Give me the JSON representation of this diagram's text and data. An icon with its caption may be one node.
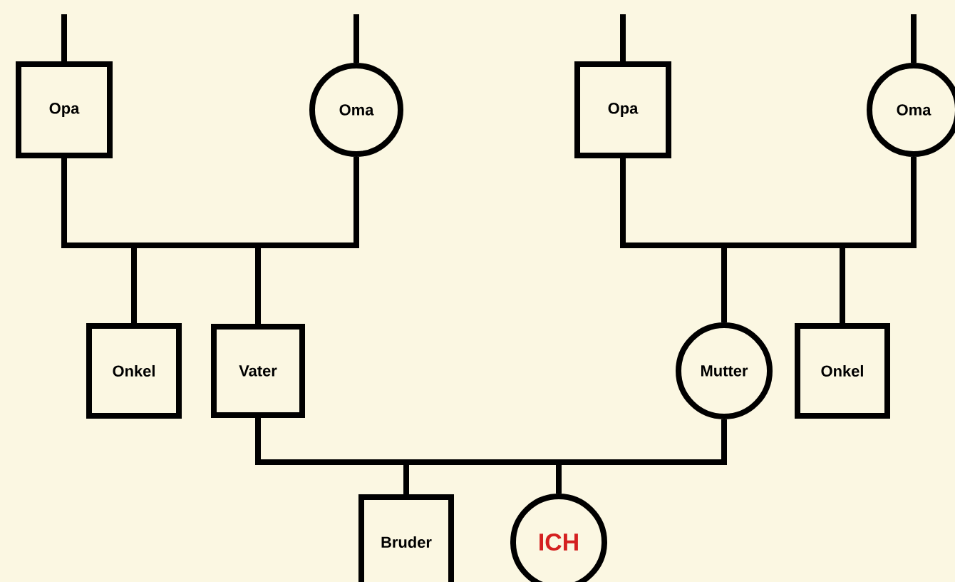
{
  "diagram": {
    "nodes": [
      {
        "text": [
          "Opa"
        ]
      },
      {
        "text": [
          "Oma"
        ]
      },
      {
        "text": [
          "Opa"
        ]
      },
      {
        "text": [
          "Oma"
        ]
      },
      {
        "text": [
          "Onkel"
        ]
      },
      {
        "text": [
          "Vater"
        ]
      },
      {
        "text": [
          "Mutter"
        ]
      },
      {
        "text": [
          "Onkel"
        ]
      },
      {
        "text": [
          "Bruder"
        ]
      },
      {
        "text": [
          "ICH"
        ]
      }
    ],
    "edges": [
      {
        "from": null,
        "to": 0,
        "arrow": "none"
      },
      {
        "from": null,
        "to": 1,
        "arrow": "none"
      },
      {
        "from": null,
        "to": 2,
        "arrow": "none"
      },
      {
        "from": null,
        "to": 3,
        "arrow": "none"
      },
      {
        "from": 0,
        "to": 4,
        "arrow": "none"
      },
      {
        "from": 0,
        "to": 5,
        "arrow": "none"
      },
      {
        "from": 1,
        "to": 4,
        "arrow": "none"
      },
      {
        "from": 1,
        "to": 5,
        "arrow": "none"
      },
      {
        "from": 2,
        "to": 6,
        "arrow": "none"
      },
      {
        "from": 2,
        "to": 7,
        "arrow": "none"
      },
      {
        "from": 3,
        "to": 6,
        "arrow": "none"
      },
      {
        "from": 3,
        "to": 7,
        "arrow": "none"
      },
      {
        "from": 5,
        "to": 8,
        "arrow": "none"
      },
      {
        "from": 5,
        "to": 9,
        "arrow": "none"
      },
      {
        "from": 6,
        "to": 8,
        "arrow": "none"
      },
      {
        "from": 6,
        "to": 9,
        "arrow": "none"
      }
    ]
  }
}
